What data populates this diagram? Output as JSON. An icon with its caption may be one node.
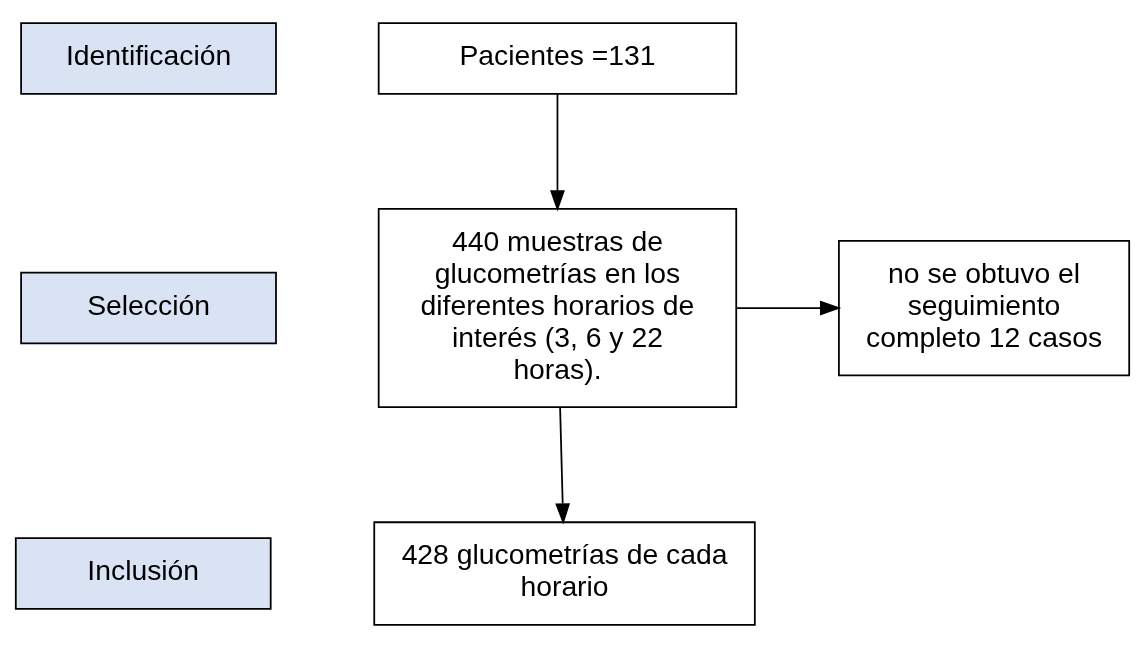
{
  "diagram": {
    "nodes": [
      {
        "text": [
          "Identificación"
        ]
      },
      {
        "text": [
          "Pacientes =131"
        ]
      },
      {
        "text": [
          "Selección"
        ]
      },
      {
        "text": [
          "440 muestras de glucometrías en los diferentes horarios de interés (3, 6 y 22 horas)."
        ]
      },
      {
        "text": [
          "no se obtuvo el seguimiento completo 12 casos"
        ]
      },
      {
        "text": [
          "Inclusión"
        ]
      },
      {
        "text": [
          "428 glucometrías de cada horario"
        ]
      }
    ],
    "edges": [
      {
        "from": 1,
        "to": 3,
        "arrow": "to"
      },
      {
        "from": 3,
        "to": 6,
        "arrow": "to"
      },
      {
        "from": 3,
        "to": 4,
        "arrow": "to"
      }
    ]
  }
}
